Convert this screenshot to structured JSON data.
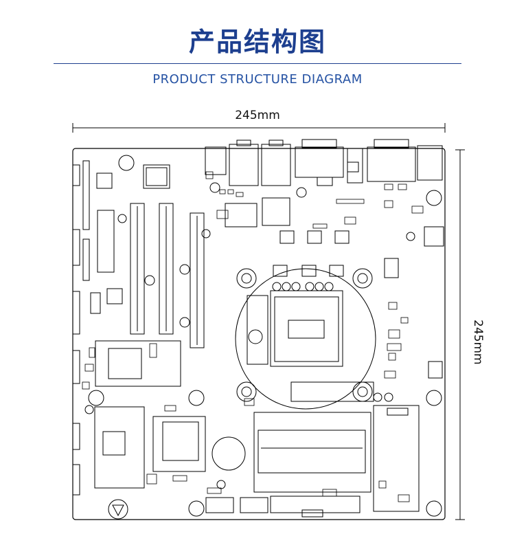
{
  "header": {
    "title_zh": "产品结构图",
    "title_en": "PRODUCT STRUCTURE DIAGRAM"
  },
  "dimensions": {
    "width_label": "245mm",
    "height_label": "245mm"
  },
  "colors": {
    "title": "#1d3f8f",
    "subtitle": "#2552a3",
    "line": "#000000"
  }
}
